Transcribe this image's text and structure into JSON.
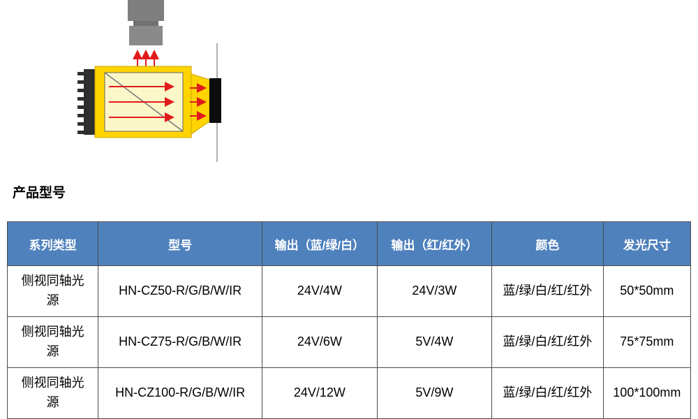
{
  "page": {
    "heading": "产品型号"
  },
  "colors": {
    "header_bg": "#4F81BD",
    "header_text": "#FFFFFF",
    "table_border": "#4a4a4a",
    "housing_yellow": "#FFD400",
    "window_yellow": "#FCF7C8",
    "arrow_red": "#E01B1B",
    "camera_gray": "#8a8a8a",
    "heatsink_dark": "#2e2e2e",
    "target_black": "#0d0d0d",
    "reference_gray": "#b0b0b0"
  },
  "diagram": {
    "parts": [
      "camera",
      "light-beam-up-arrows",
      "heatsink",
      "light-housing",
      "diffuser-window",
      "beam-splitter",
      "light-ray-arrows",
      "output-horn",
      "target-plate",
      "reference-line"
    ]
  },
  "table": {
    "headers": [
      "系列类型",
      "型号",
      "输出（蓝/绿/白）",
      "输出（红/红外）",
      "颜色",
      "发光尺寸"
    ],
    "rows": [
      [
        "侧视同轴光源",
        "HN-CZ50-R/G/B/W/IR",
        "24V/4W",
        "24V/3W",
        "蓝/绿/白/红/红外",
        "50*50mm"
      ],
      [
        "侧视同轴光源",
        "HN-CZ75-R/G/B/W/IR",
        "24V/6W",
        "5V/4W",
        "蓝/绿/白/红/红外",
        "75*75mm"
      ],
      [
        "侧视同轴光源",
        "HN-CZ100-R/G/B/W/IR",
        "24V/12W",
        "5V/9W",
        "蓝/绿/白/红/红外",
        "100*100mm"
      ]
    ]
  }
}
